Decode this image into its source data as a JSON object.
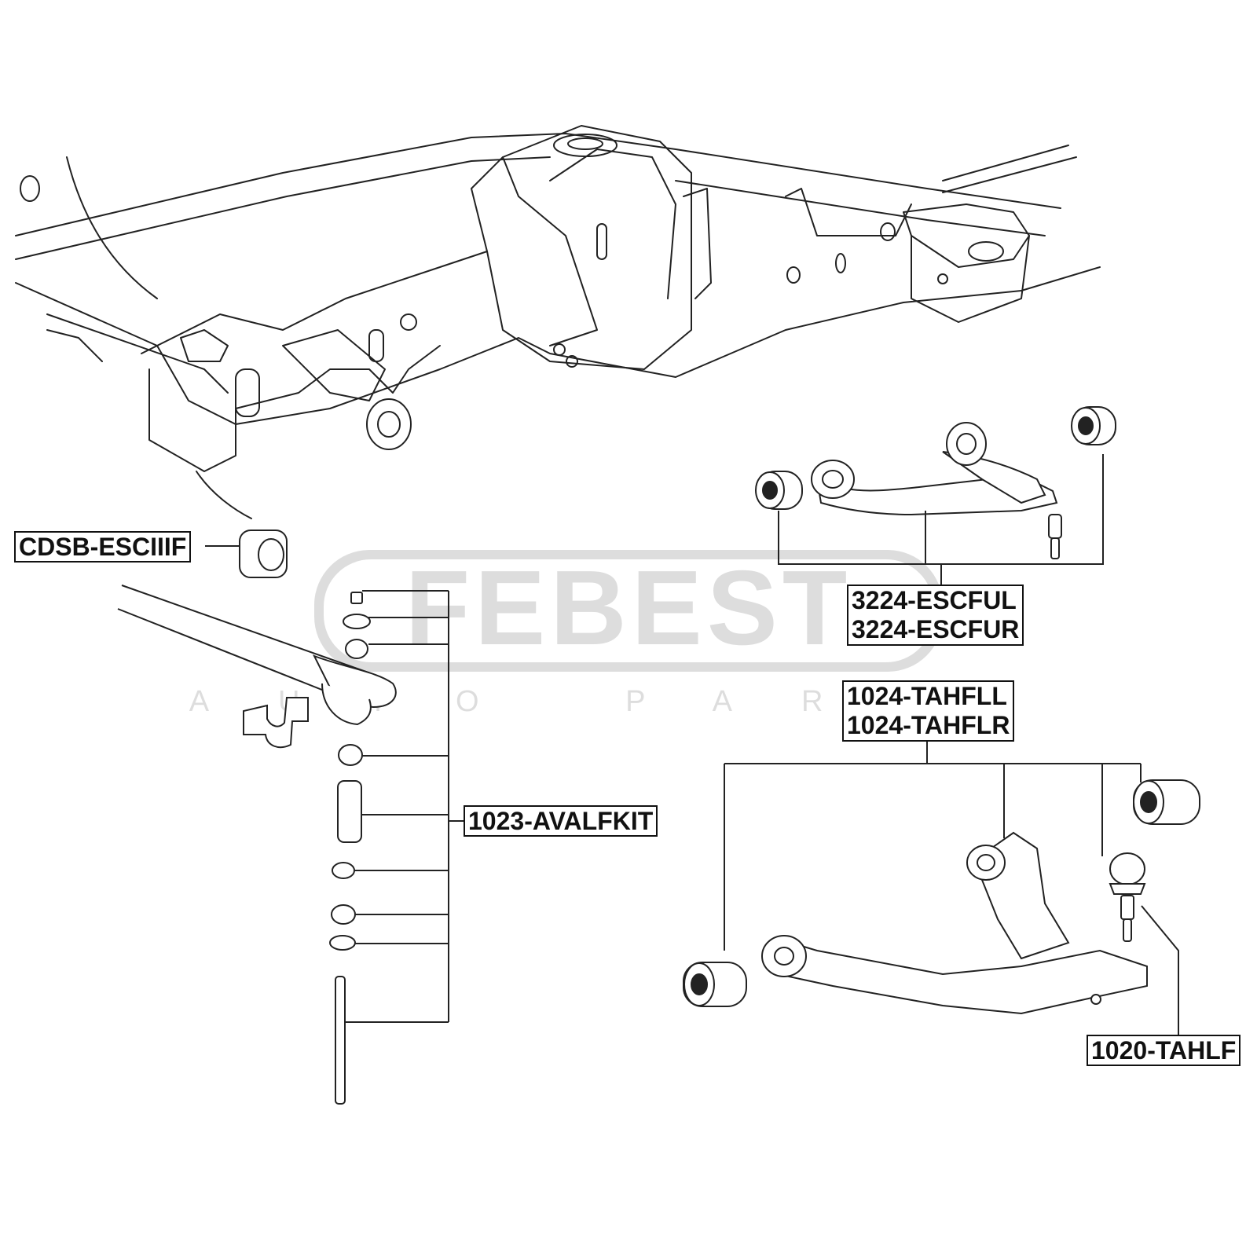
{
  "watermark": {
    "brand": "FEBEST",
    "subtitle": "AUTO PARTS"
  },
  "parts": {
    "stabilizer_bushing": "CDSB-ESCIIIF",
    "upper_arm_left": "3224-ESCFUL",
    "upper_arm_right": "3224-ESCFUR",
    "lower_arm_left": "1024-TAHFLL",
    "lower_arm_right": "1024-TAHFLR",
    "link_kit": "1023-AVALFKIT",
    "ball_joint": "1020-TAHLF"
  }
}
